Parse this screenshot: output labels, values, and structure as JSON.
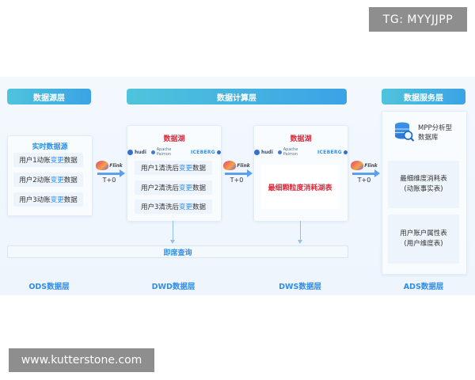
{
  "watermark_top": "TG: MYYJJPP",
  "watermark_bottom": "www.kutterstone.com",
  "headers": {
    "source": "数据源层",
    "compute": "数据计算层",
    "service": "数据服务层"
  },
  "ods": {
    "title": "实时数据源",
    "rows": [
      {
        "prefix": "用户1动账",
        "hl": "变更",
        "suffix": "数据"
      },
      {
        "prefix": "用户2动账",
        "hl": "变更",
        "suffix": "数据"
      },
      {
        "prefix": "用户3动账",
        "hl": "变更",
        "suffix": "数据"
      }
    ]
  },
  "flink": {
    "name": "Flink",
    "time": "T+0"
  },
  "logos": {
    "hudi": "hudi",
    "paimon": "Apache Paimon",
    "iceberg": "ICEBERG"
  },
  "dwd": {
    "title": "数据湖",
    "rows": [
      {
        "prefix": "用户1清洗后",
        "hl": "变更",
        "suffix": "数据"
      },
      {
        "prefix": "用户2清洗后",
        "hl": "变更",
        "suffix": "数据"
      },
      {
        "prefix": "用户3清洗后",
        "hl": "变更",
        "suffix": "数据"
      }
    ]
  },
  "dws": {
    "title": "数据湖",
    "box": "最细颗粒度消耗湖表"
  },
  "ads": {
    "mpp_line1": "MPP分析型",
    "mpp_line2": "数据库",
    "box1_line1": "最细维度消耗表",
    "box1_line2": "(动账事实表)",
    "box2_line1": "用户账户属性表",
    "box2_line2": "(用户维度表)"
  },
  "query_bar": "即席查询",
  "layer_labels": {
    "ods": "ODS数据层",
    "dwd": "DWD数据层",
    "dws": "DWS数据层",
    "ads": "ADS数据层"
  },
  "colors": {
    "accent_blue": "#2f8ee8",
    "red_title": "#e0293a",
    "header_gradient_start": "#4fc4dc",
    "header_gradient_end": "#3aa3e6"
  }
}
